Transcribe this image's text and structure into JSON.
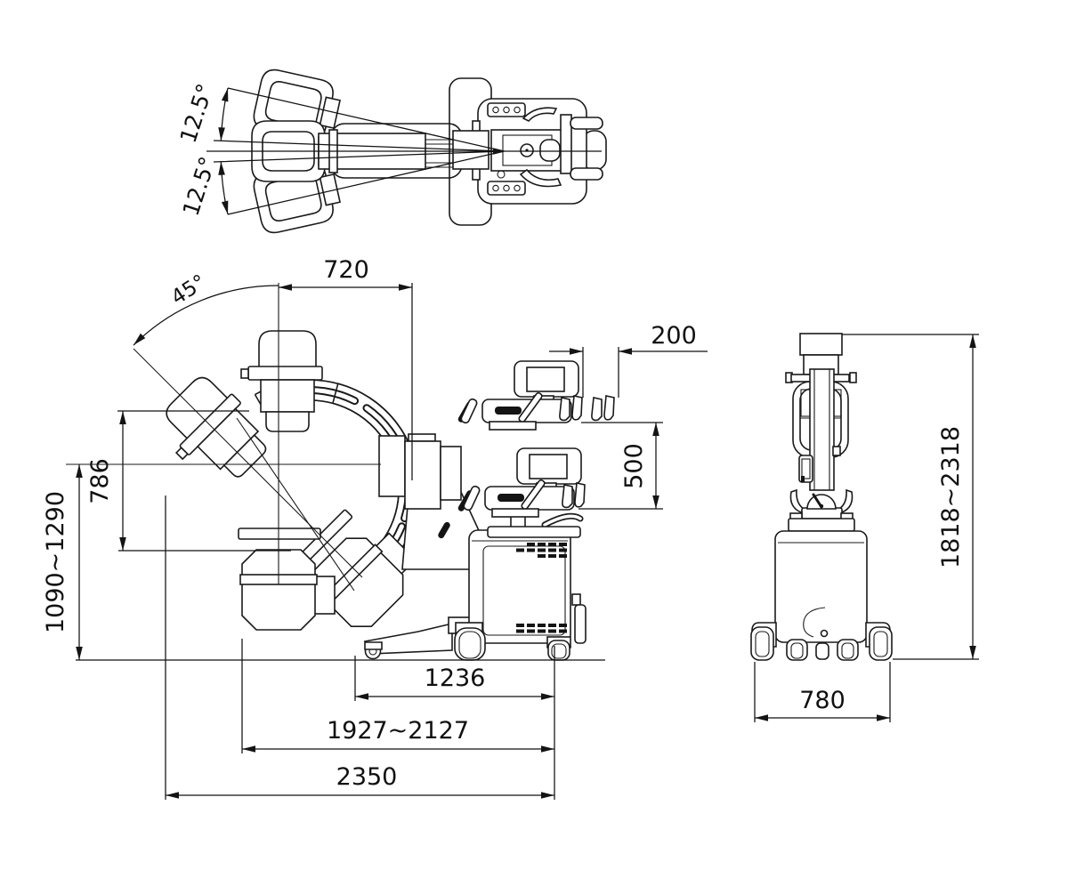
{
  "drawing": {
    "top_view": {
      "angle_upper": "12.5°",
      "angle_lower": "12.5°"
    },
    "side_view": {
      "dim_720": "720",
      "dim_45": "45°",
      "dim_200": "200",
      "dim_500": "500",
      "dim_786": "786",
      "dim_height_range": "1090~1290",
      "dim_1236": "1236",
      "dim_length_range": "1927~2127",
      "dim_2350": "2350"
    },
    "rear_view": {
      "dim_height_range": "1818~2318",
      "dim_780": "780"
    },
    "colors": {
      "line": "#1a1a1a",
      "background": "#ffffff"
    }
  }
}
